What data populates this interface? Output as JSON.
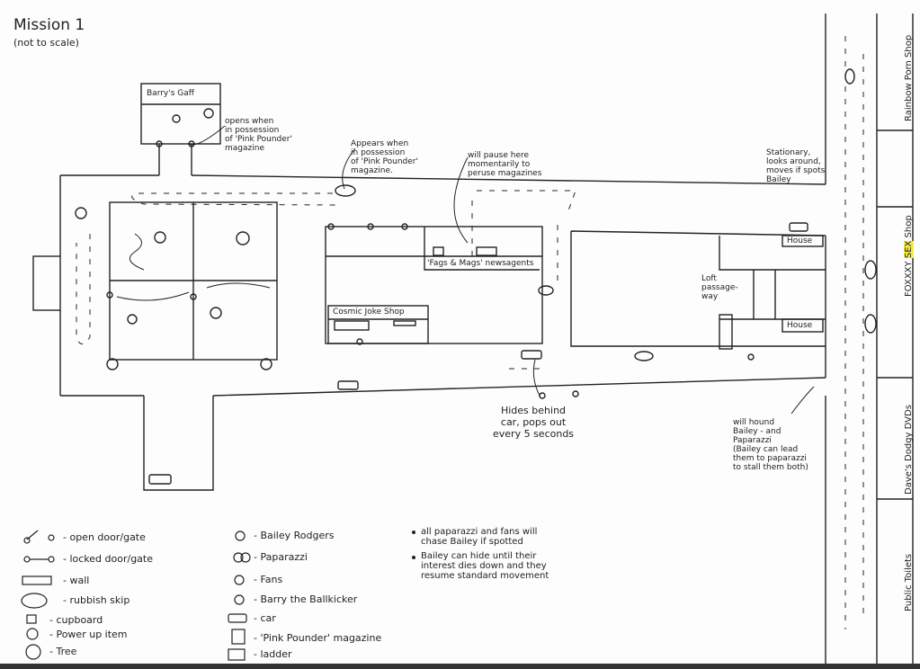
{
  "title": "Mission 1",
  "subtitle": "(not to scale)",
  "buildings": {
    "barrys_gaff": "Barry's Gaff",
    "newsagent": "'Fags & Mags' newsagents",
    "joke_shop": "Cosmic Joke Shop",
    "house_1": "House",
    "house_2": "House",
    "rainbow_porn_shop": "Rainbow Porn Shop",
    "foxxxy_sex_shop_1": "FOXXXY",
    "foxxxy_sex_shop_2": "SEX",
    "foxxxy_sex_shop_3": "Shop",
    "daves_dodgy_dvds": "Dave's Dodgy DVDs",
    "public_toilets": "Public Toilets"
  },
  "annotations": {
    "gaff_door": [
      "opens when",
      "in possession",
      "of 'Pink Pounder'",
      "magazine"
    ],
    "skip": [
      "Appears when",
      "in possession",
      "of 'Pink Pounder'",
      "magazine."
    ],
    "pause": [
      "will pause here",
      "momentarily to",
      "peruse magazines"
    ],
    "stationary": [
      "Stationary,",
      "looks around,",
      "moves if spots",
      "Bailey"
    ],
    "loft": [
      "Loft",
      "passage-",
      "way"
    ],
    "hides": [
      "Hides behind",
      "car, pops out",
      "every 5 seconds"
    ],
    "hound": [
      "will hound",
      "Bailey - and",
      "Paparazzi",
      "(Bailey can lead",
      "them to paparazzi",
      "to stall them both)"
    ]
  },
  "legend_left": [
    {
      "icon": "open-door-icon",
      "label": "- open door/gate"
    },
    {
      "icon": "locked-door-icon",
      "label": "- locked door/gate"
    },
    {
      "icon": "wall-icon",
      "label": "- wall"
    },
    {
      "icon": "skip-icon",
      "label": "- rubbish skip"
    },
    {
      "icon": "cupboard-icon",
      "label": "- cupboard"
    },
    {
      "icon": "powerup-icon",
      "label": "- Power up item"
    },
    {
      "icon": "tree-icon",
      "label": "- Tree"
    }
  ],
  "legend_right": [
    {
      "icon": "bailey-icon",
      "label": "- Bailey Rodgers"
    },
    {
      "icon": "paparazzi-icon",
      "label": "- Paparazzi"
    },
    {
      "icon": "fans-icon",
      "label": "- Fans"
    },
    {
      "icon": "barry-icon",
      "label": "- Barry the Ballkicker"
    },
    {
      "icon": "car-icon",
      "label": "- car"
    },
    {
      "icon": "magazine-icon",
      "label": "- 'Pink Pounder' magazine"
    },
    {
      "icon": "ladder-icon",
      "label": "- ladder"
    }
  ],
  "notes": [
    [
      "all paparazzi and fans will",
      "chase Bailey if spotted"
    ],
    [
      "Bailey can hide until their",
      "interest dies down and they",
      "resume standard movement"
    ]
  ],
  "colors": {
    "ink": "#222222",
    "highlight": "#f6ea4a"
  }
}
